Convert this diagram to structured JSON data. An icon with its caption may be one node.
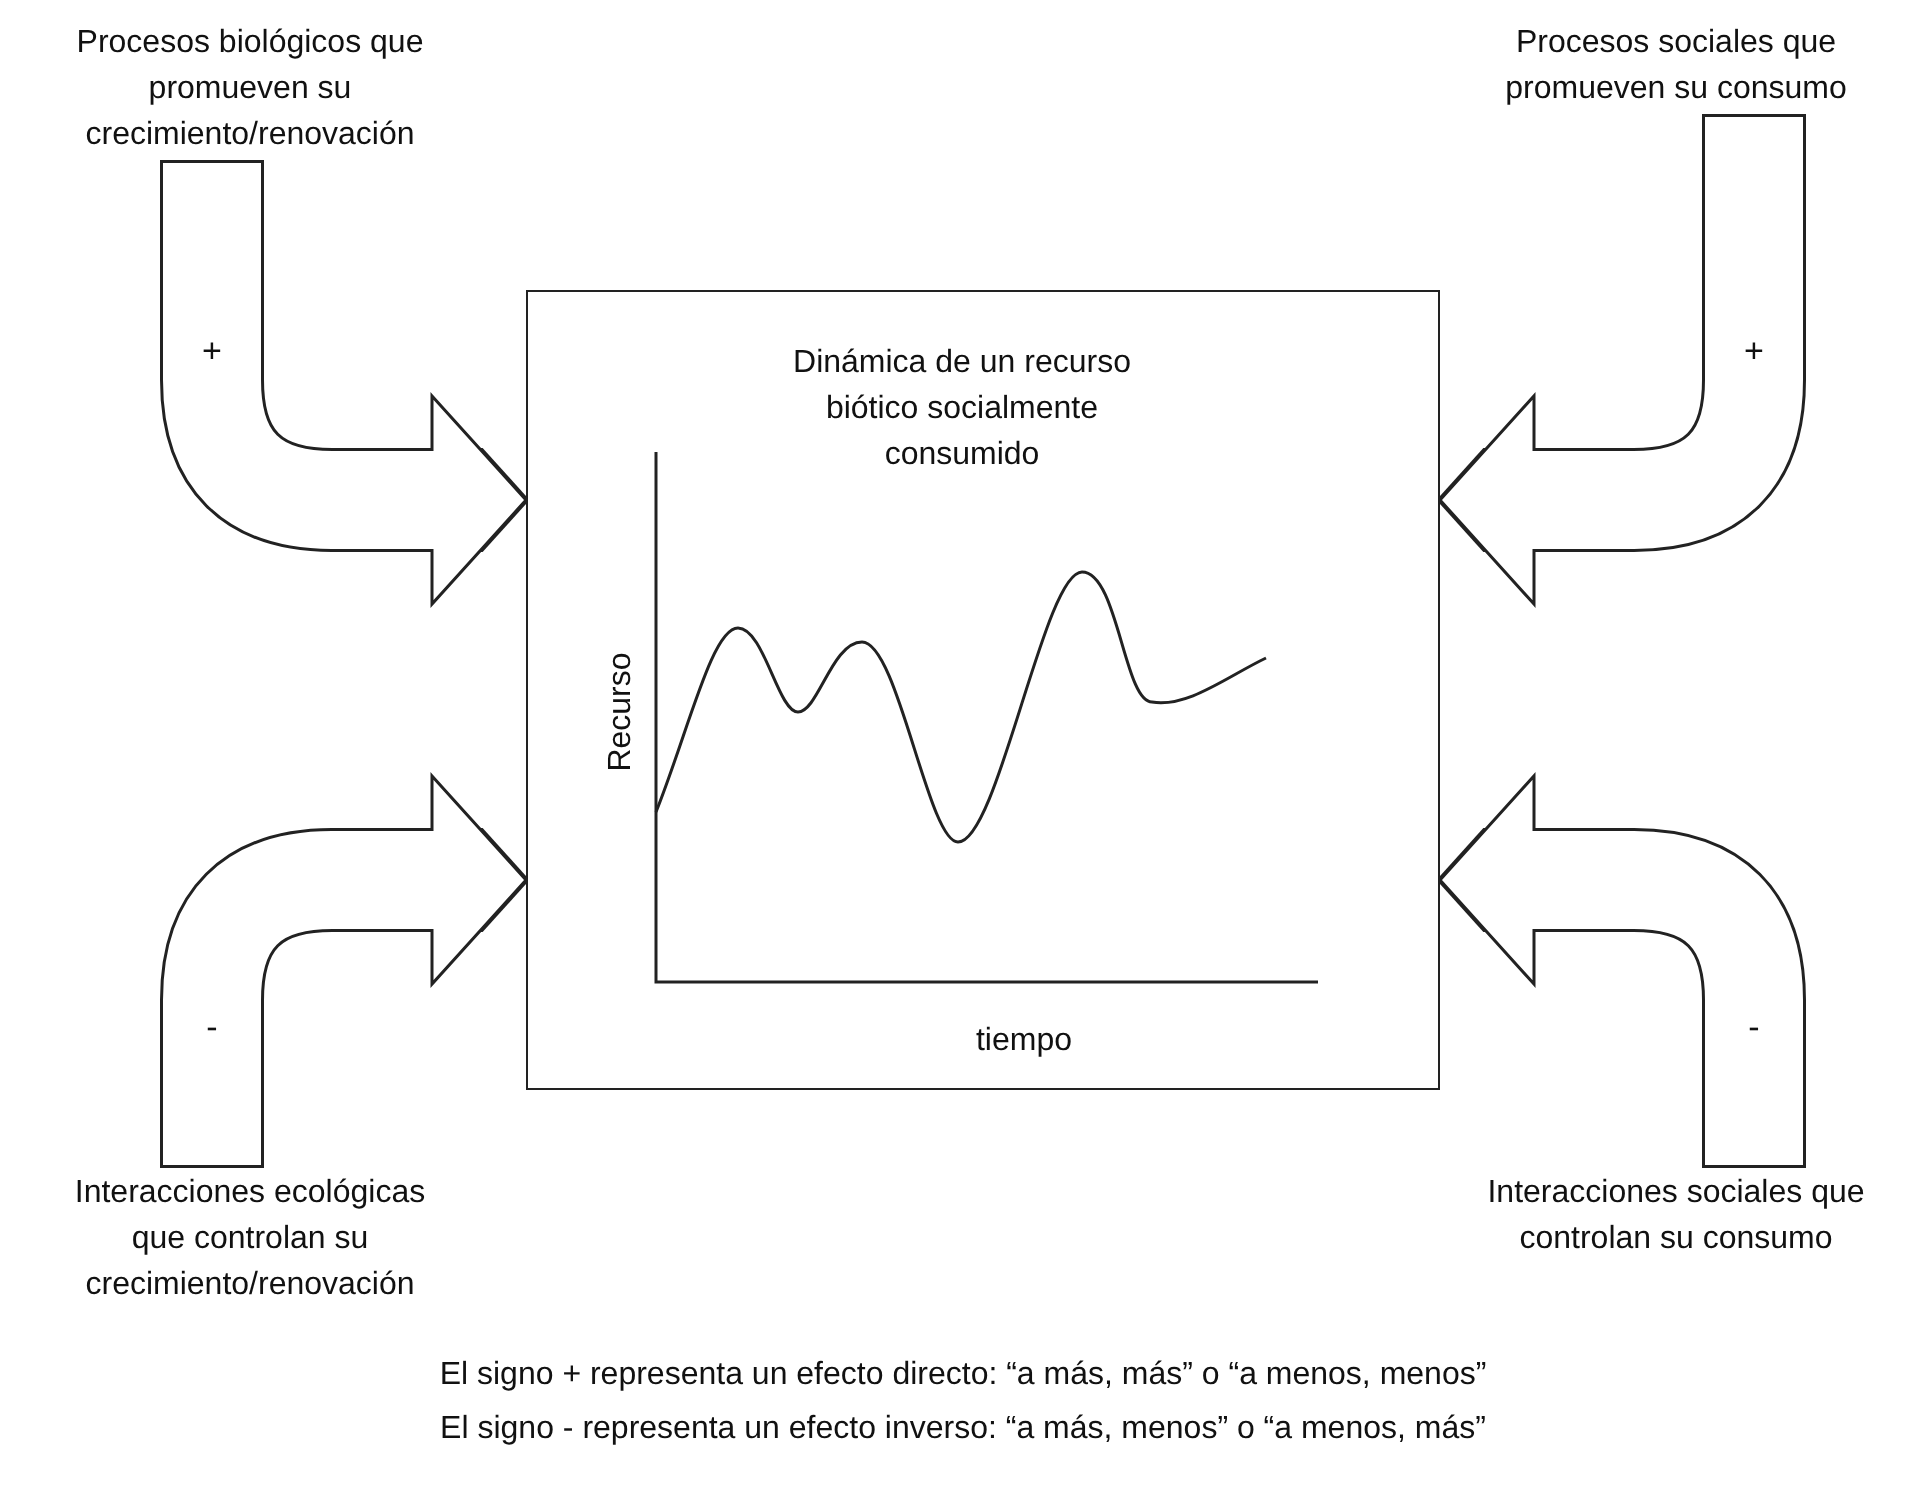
{
  "diagram": {
    "nodes": [
      {
        "text": [
          "Procesos biológicos que promueven su crecimiento/renovación"
        ]
      },
      {
        "text": [
          "Procesos sociales que promueven su consumo"
        ]
      },
      {
        "text": [
          "Dinámica de un recurso biótico socialmente consumido",
          "Recurso",
          "tiempo"
        ]
      },
      {
        "text": [
          "Interacciones ecológicas que controlan su crecimiento/renovación"
        ]
      },
      {
        "text": [
          "Interacciones sociales que controlan su consumo"
        ]
      }
    ],
    "edges": [
      {
        "from": 0,
        "to": 2,
        "arrow": "to",
        "label": "+"
      },
      {
        "from": 1,
        "to": 2,
        "arrow": "to",
        "label": "+"
      },
      {
        "from": 3,
        "to": 2,
        "arrow": "to",
        "label": "-"
      },
      {
        "from": 4,
        "to": 2,
        "arrow": "to",
        "label": "-"
      }
    ],
    "labels": [
      "El signo + representa un efecto directo: “a más, más” o “a menos, menos”",
      "El signo - representa un efecto inverso: “a más, menos” o “a menos, más”"
    ]
  }
}
